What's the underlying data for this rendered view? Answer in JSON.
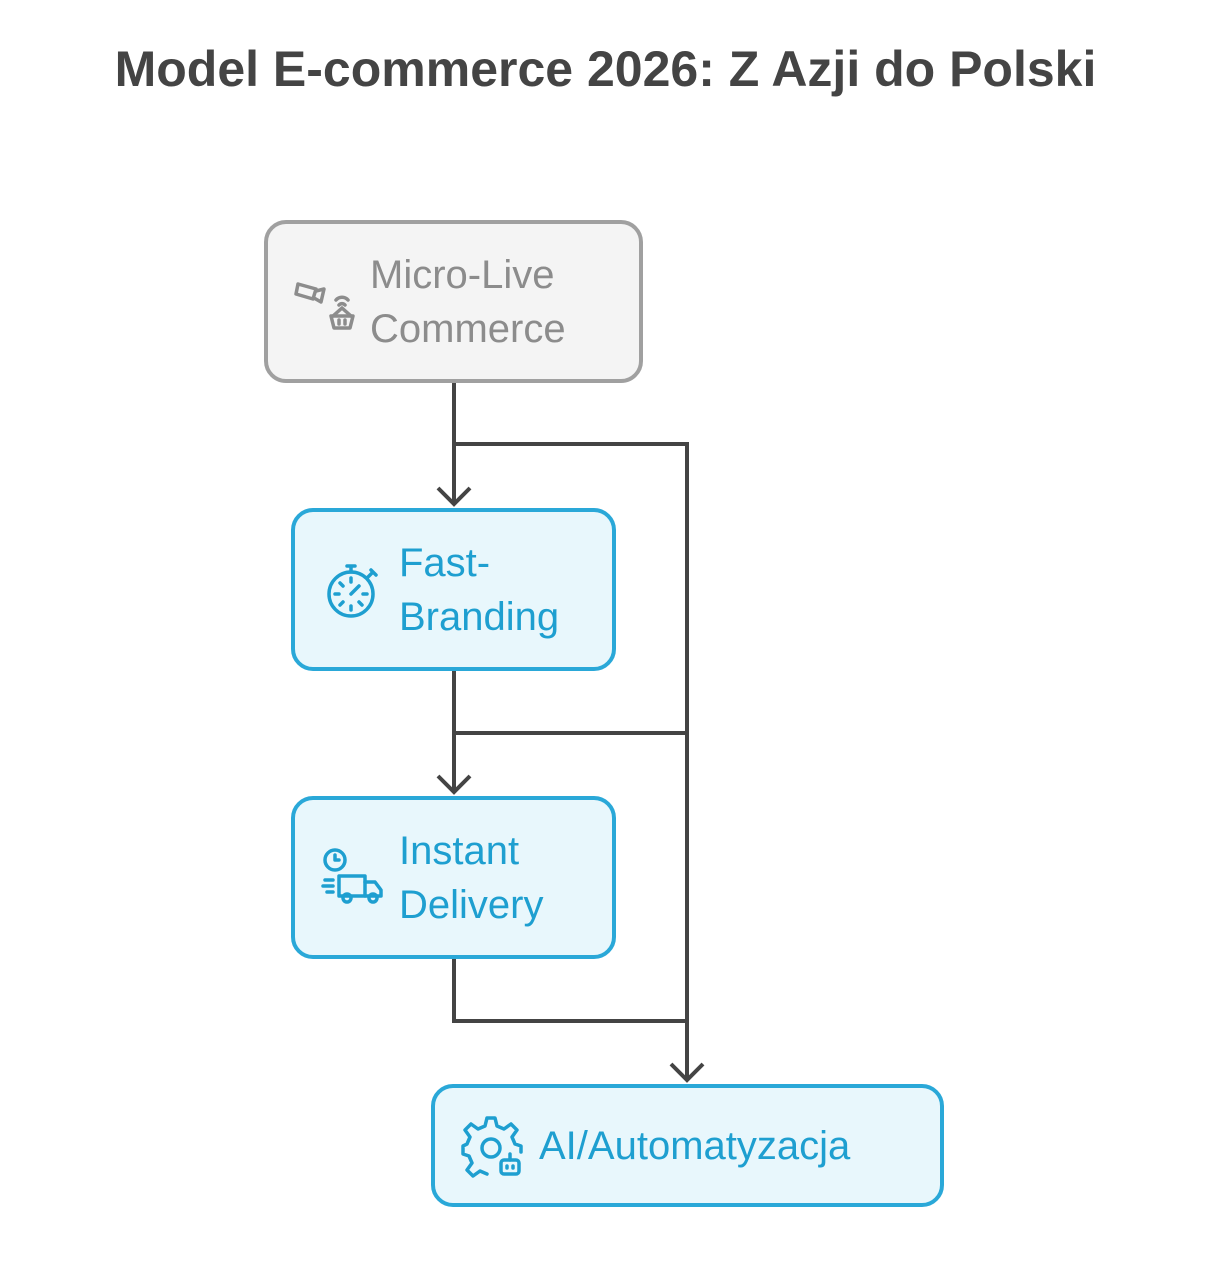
{
  "title": "Model E-commerce 2026: Z Azji do Polski",
  "nodes": [
    {
      "label_line1": "Micro-Live",
      "label_line2": "Commerce",
      "icon": "live-stream-basket-icon",
      "style": "inactive"
    },
    {
      "label_line1": "Fast-",
      "label_line2": "Branding",
      "icon": "stopwatch-icon",
      "style": "active"
    },
    {
      "label_line1": "Instant",
      "label_line2": "Delivery",
      "icon": "clock-truck-icon",
      "style": "active"
    },
    {
      "label": "AI/Automatyzacja",
      "icon": "gear-robot-icon",
      "style": "active"
    }
  ],
  "colors": {
    "gray_stroke": "#a0a0a0",
    "blue_stroke": "#2aa8d8",
    "blue_text": "#1e9fd0",
    "line": "#444444"
  }
}
